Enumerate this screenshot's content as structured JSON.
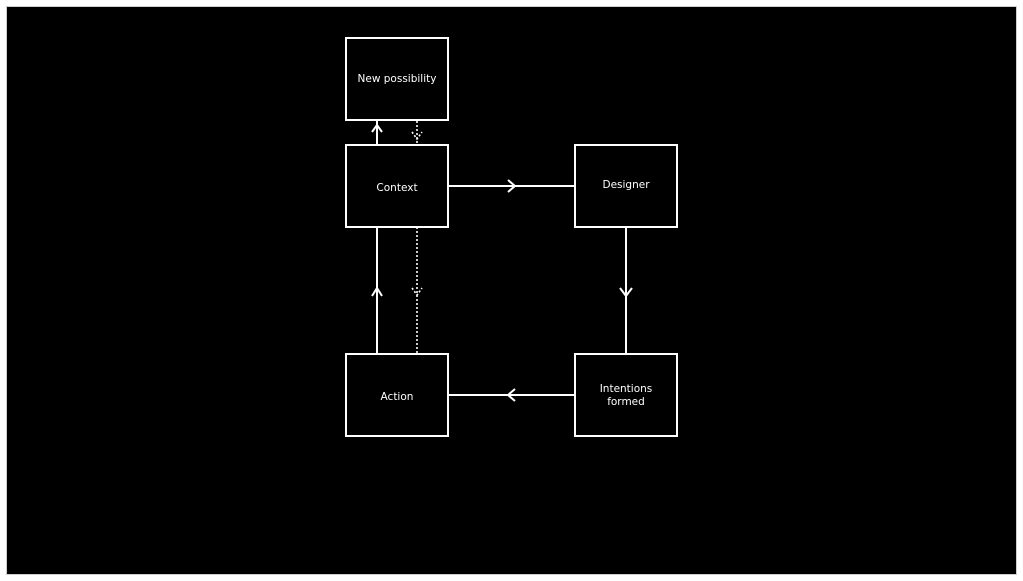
{
  "diagram": {
    "colors": {
      "background": "#000000",
      "stroke": "#ffffff",
      "text": "#ffffff",
      "page_border": "#cfcfcf"
    },
    "nodes": {
      "new_possibility": {
        "label": "New possibility"
      },
      "context": {
        "label": "Context"
      },
      "designer": {
        "label": "Designer"
      },
      "intentions_formed": {
        "label_line1": "Intentions",
        "label_line2": "formed"
      },
      "action": {
        "label": "Action"
      }
    },
    "edges": [
      {
        "from": "context",
        "to": "new_possibility",
        "style": "solid"
      },
      {
        "from": "new_possibility",
        "to": "context",
        "style": "dotted"
      },
      {
        "from": "context",
        "to": "designer",
        "style": "solid"
      },
      {
        "from": "designer",
        "to": "intentions_formed",
        "style": "solid"
      },
      {
        "from": "intentions_formed",
        "to": "action",
        "style": "solid"
      },
      {
        "from": "action",
        "to": "context",
        "style": "solid"
      },
      {
        "from": "context",
        "to": "action",
        "style": "dotted"
      }
    ]
  }
}
